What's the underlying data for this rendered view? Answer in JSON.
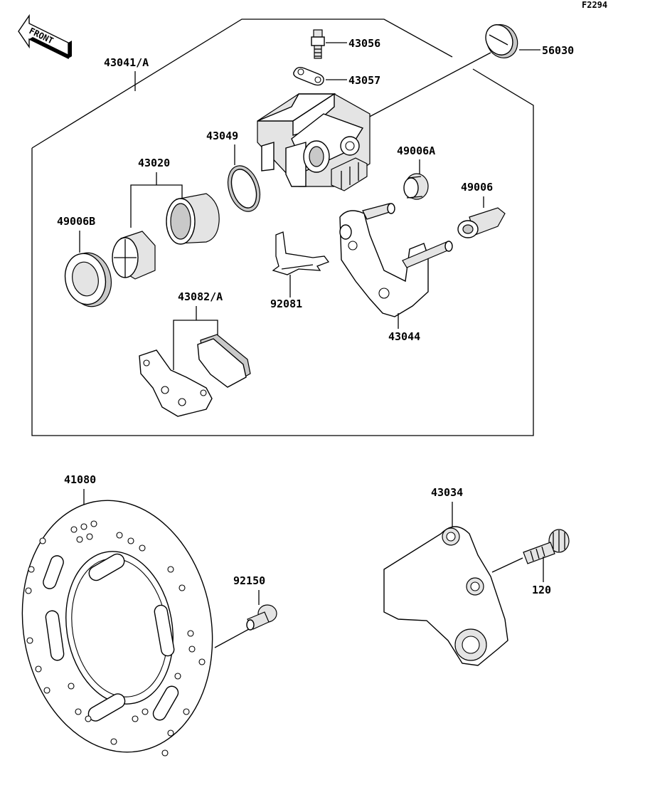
{
  "diagram_code": "F2294",
  "front_arrow": {
    "label": "FRONT"
  },
  "labels": {
    "p43041A": "43041/A",
    "p43056": "43056",
    "p43057": "43057",
    "p56030": "56030",
    "p43049": "43049",
    "p43020": "43020",
    "p49006A": "49006A",
    "p49006": "49006",
    "p49006B": "49006B",
    "p92081": "92081",
    "p43044": "43044",
    "p43082A": "43082/A",
    "p41080": "41080",
    "p92150": "92150",
    "p43034": "43034",
    "p120": "120"
  }
}
